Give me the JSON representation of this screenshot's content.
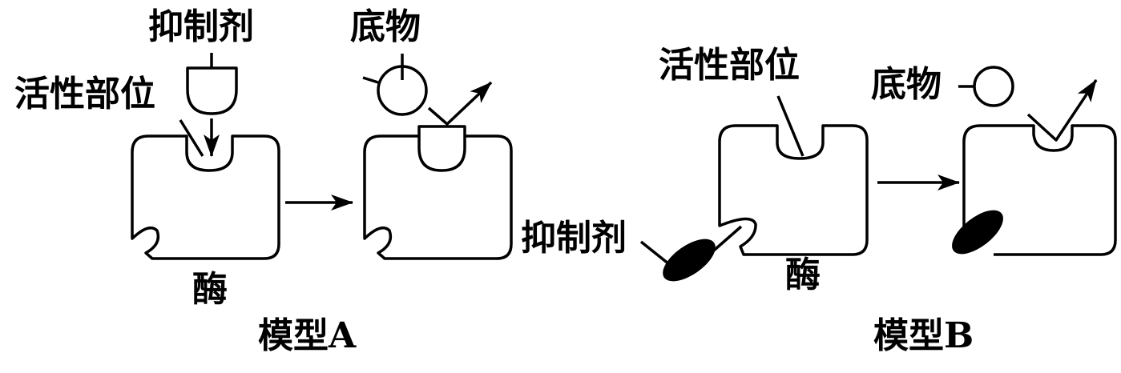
{
  "model_a": {
    "inhibitor": "抑制剂",
    "active_site": "活性部位",
    "substrate": "底物",
    "enzyme": "酶",
    "caption": "模型A"
  },
  "model_b": {
    "active_site": "活性部位",
    "substrate": "底物",
    "inhibitor": "抑制剂",
    "enzyme": "酶",
    "caption": "模型B"
  },
  "colors": {
    "stroke": "#000000",
    "background": "#ffffff"
  }
}
